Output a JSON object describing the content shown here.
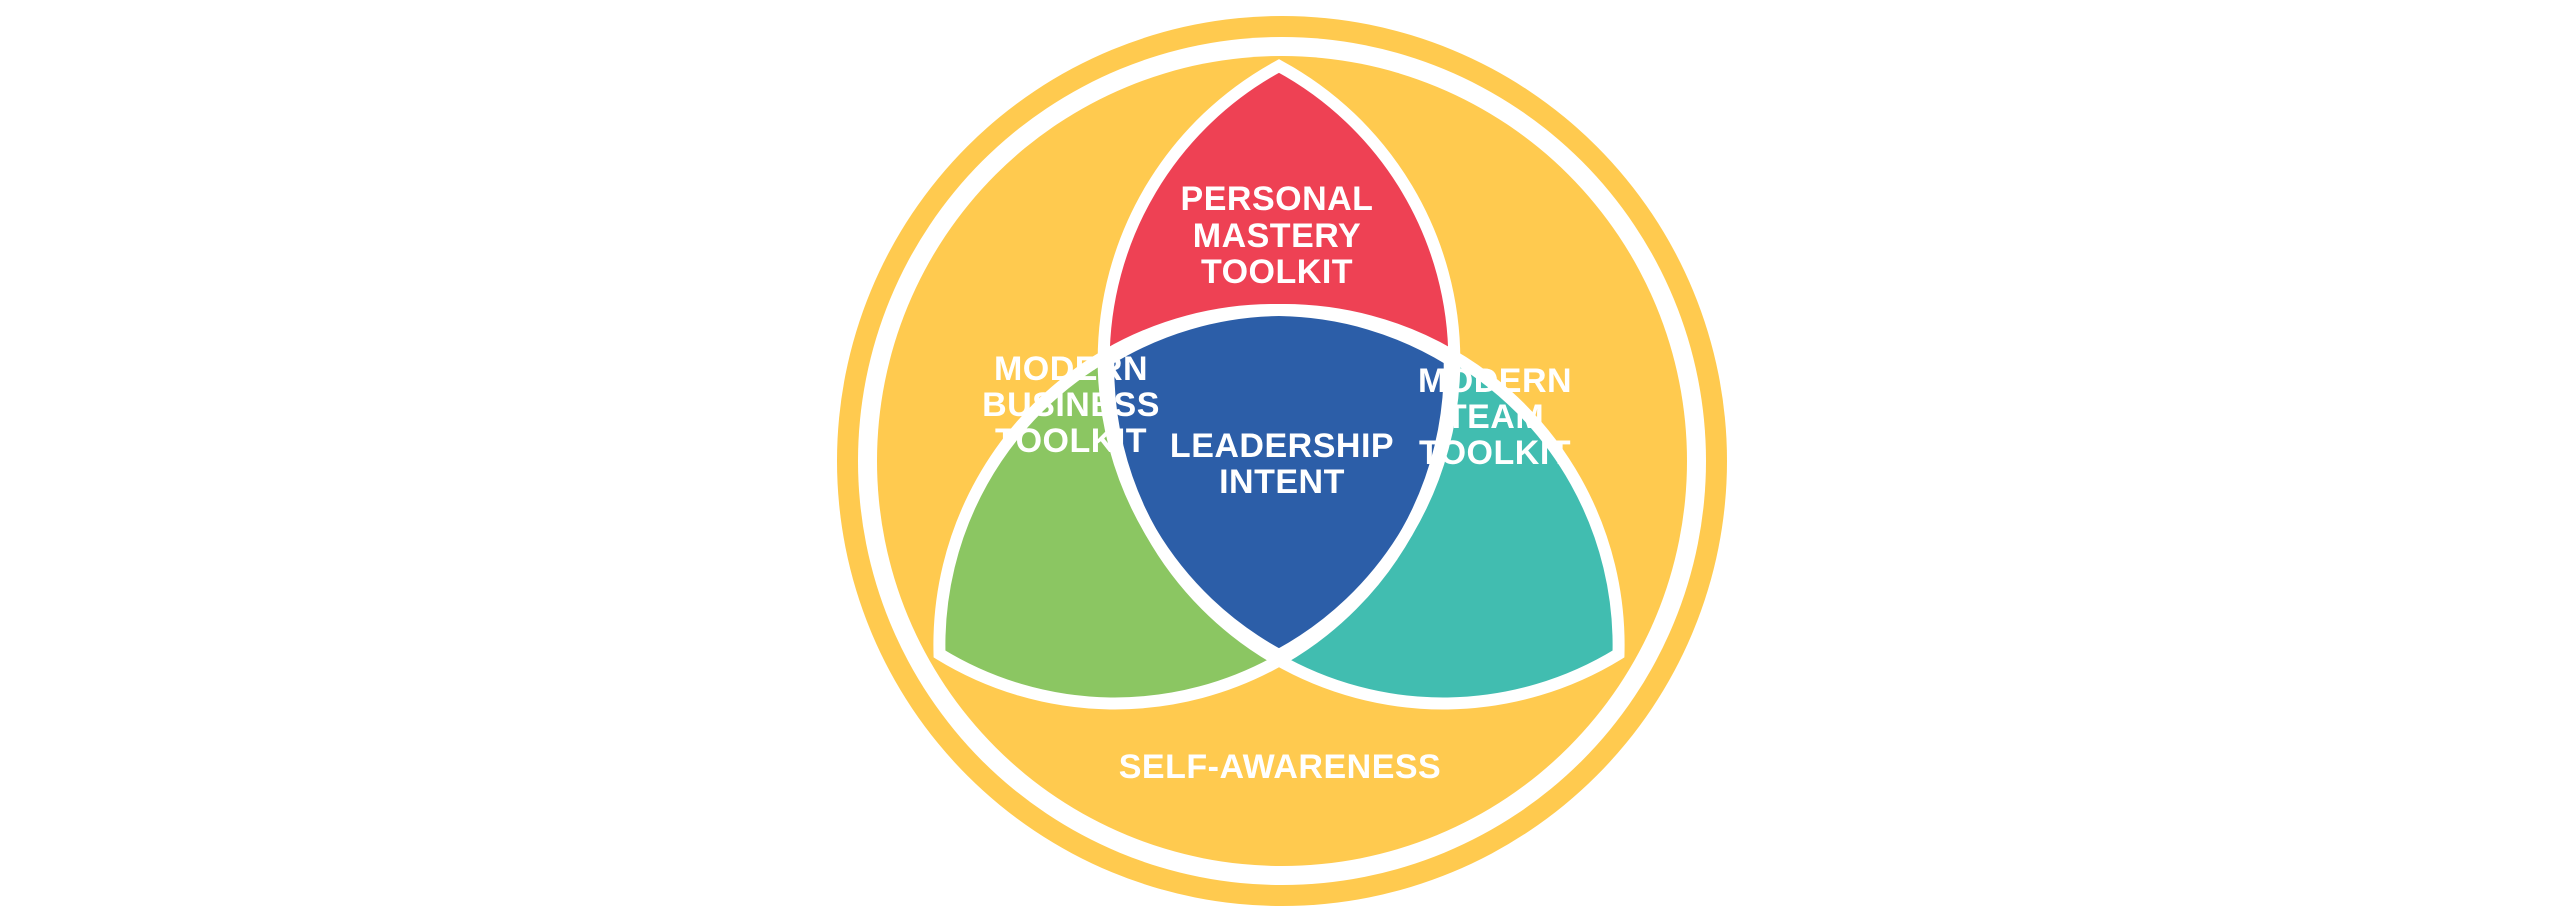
{
  "diagram": {
    "outer_label": "SELF-AWARENESS",
    "center_label": [
      "LEADERSHIP",
      "INTENT"
    ],
    "top_label": [
      "PERSONAL",
      "MASTERY",
      "TOOLKIT"
    ],
    "left_label": [
      "MODERN",
      "BUSINESS",
      "TOOLKIT"
    ],
    "right_label": [
      "MODERN",
      "TEAM",
      "TOOLKIT"
    ]
  },
  "colors": {
    "outer": "#ffca4f",
    "top": "#ee4154",
    "center": "#2c5ea8",
    "left": "#8bc662",
    "right": "#41bdb0",
    "stroke": "#ffffff"
  }
}
